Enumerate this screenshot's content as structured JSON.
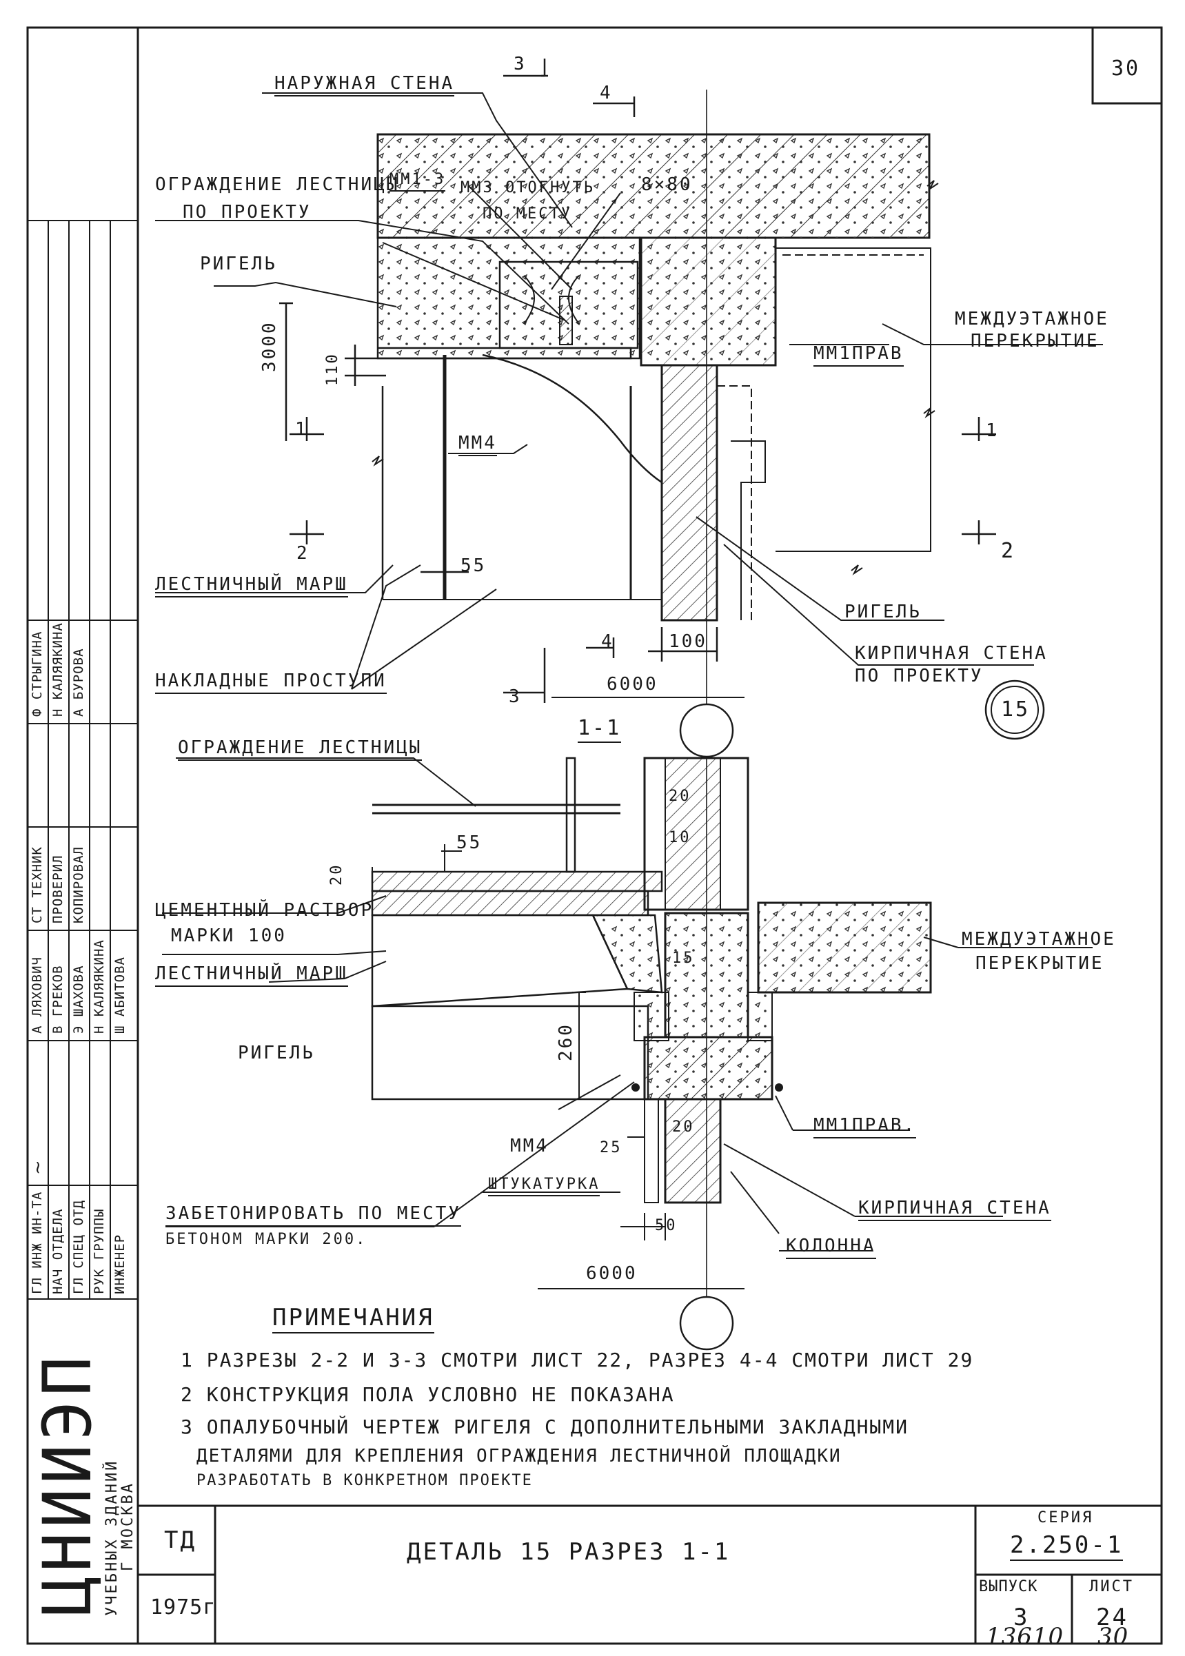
{
  "sheet_number": "30",
  "detail_circle": "15",
  "section_title": "1-1",
  "labels": {
    "outer_wall": "НАРУЖНАЯ СТЕНА",
    "stair_railing_design_1": "ОГРАЖДЕНИЕ ЛЕСТНИЦЫ",
    "stair_railing_design_2": "ПО ПРОЕКТУ",
    "mm13": "ММ1-3",
    "mm3_bend_1": "ММ3 ОТОГНУТЬ",
    "mm3_bend_2": "ПО МЕСТУ",
    "bolt": "8×80",
    "rigel_top": "РИГЕЛЬ",
    "floor_slab_top_1": "МЕЖДУЭТАЖНОЕ",
    "floor_slab_top_2": "ПЕРЕКРЫТИЕ",
    "mm1_right_top": "ММ1ПРАВ",
    "mm4_top": "ММ4",
    "stair_flight_top": "ЛЕСТНИЧНЫЙ МАРШ",
    "rigel_mid": "РИГЕЛЬ",
    "brick_wall_design_1": "КИРПИЧНАЯ СТЕНА",
    "brick_wall_design_2": "ПО ПРОЕКТУ",
    "overlay_treads": "НАКЛАДНЫЕ ПРОСТУПИ",
    "stair_railing": "ОГРАЖДЕНИЕ ЛЕСТНИЦЫ",
    "cement_mortar_1": "ЦЕМЕНТНЫЙ РАСТВОР",
    "cement_mortar_2": "МАРКИ 100",
    "stair_flight_bottom": "ЛЕСТНИЧНЫЙ МАРШ",
    "floor_slab_bottom_1": "МЕЖДУЭТАЖНОЕ",
    "floor_slab_bottom_2": "ПЕРЕКРЫТИЕ",
    "rigel_bottom": "РИГЕЛЬ",
    "mm4_bottom": "ММ4",
    "mm1_right_bottom": "ММ1ПРАВ.",
    "plaster": "ШТУКАТУРКА",
    "concrete_in_place_1": "ЗАБЕТОНИРОВАТЬ ПО МЕСТУ",
    "concrete_in_place_2": "БЕТОНОМ МАРКИ 200.",
    "brick_wall": "КИРПИЧНАЯ СТЕНА",
    "column": "КОЛОННА"
  },
  "section_marks": {
    "s3_top": "3",
    "s4_top": "4",
    "s1_left": "1",
    "s1_right": "1",
    "s2_left": "2",
    "s2_right": "2",
    "s4_bottom": "4",
    "s3_bottom": "3"
  },
  "dimensions": {
    "d3000": "3000",
    "d110": "110",
    "d55_top": "55",
    "d100": "100",
    "d6000_top": "6000",
    "d55_bottom": "55",
    "d20_left": "20",
    "d20_col": "20",
    "d10": "10",
    "d15": "15",
    "d260": "260",
    "d25": "25",
    "d20_lower": "20",
    "d50": "50",
    "d6000_bottom": "6000"
  },
  "notes": {
    "title": "ПРИМЕЧАНИЯ",
    "line1": "1 РАЗРЕЗЫ 2-2 И 3-3 СМОТРИ ЛИСТ 22, РАЗРЕЗ 4-4 СМОТРИ ЛИСТ 29",
    "line2": "2 КОНСТРУКЦИЯ ПОЛА УСЛОВНО НЕ ПОКАЗАНА",
    "line3": "3 ОПАЛУБОЧНЫЙ ЧЕРТЕЖ РИГЕЛЯ С ДОПОЛНИТЕЛЬНЫМИ ЗАКЛАДНЫМИ",
    "line4": "ДЕТАЛЯМИ ДЛЯ КРЕПЛЕНИЯ ОГРАЖДЕНИЯ ЛЕСТНИЧНОЙ ПЛОЩАДКИ",
    "line5": "РАЗРАБОТАТЬ В КОНКРЕТНОМ ПРОЕКТЕ"
  },
  "title_block": {
    "td": "ТД",
    "year": "1975г",
    "title": "ДЕТАЛЬ 15   РАЗРЕЗ 1-1",
    "series_label": "СЕРИЯ",
    "series": "2.250-1",
    "issue_label": "ВЫПУСК",
    "issue": "3",
    "sheet_label": "ЛИСТ",
    "sheet": "24",
    "footer_left": "13610",
    "footer_right": "30"
  },
  "side_stamp": {
    "org": "ЦНИИЭП",
    "org_sub_1": "УЧЕБНЫХ ЗДАНИЙ",
    "org_sub_2": "Г МОСКВА",
    "roles": [
      "ГЛ ИНЖ ИН-ТА",
      "НАЧ ОТДЕЛА",
      "ГЛ СПЕЦ ОТД",
      "РУК ГРУППЫ",
      "ИНЖЕНЕР"
    ],
    "names_a": [
      "А ЛЯХОВИЧ",
      "В ГРЕКОВ",
      "Э ШАХОВА",
      "Н КАЛЯЯКИНА",
      "Ш АБИТОВА"
    ],
    "roles_b": [
      "СТ ТЕХНИК",
      "ПРОВЕРИЛ",
      "КОПИРОВАЛ"
    ],
    "names_b": [
      "Ф СТРЫГИНА",
      "Н КАЛЯЯКИНА",
      "А БУРОВА"
    ]
  }
}
